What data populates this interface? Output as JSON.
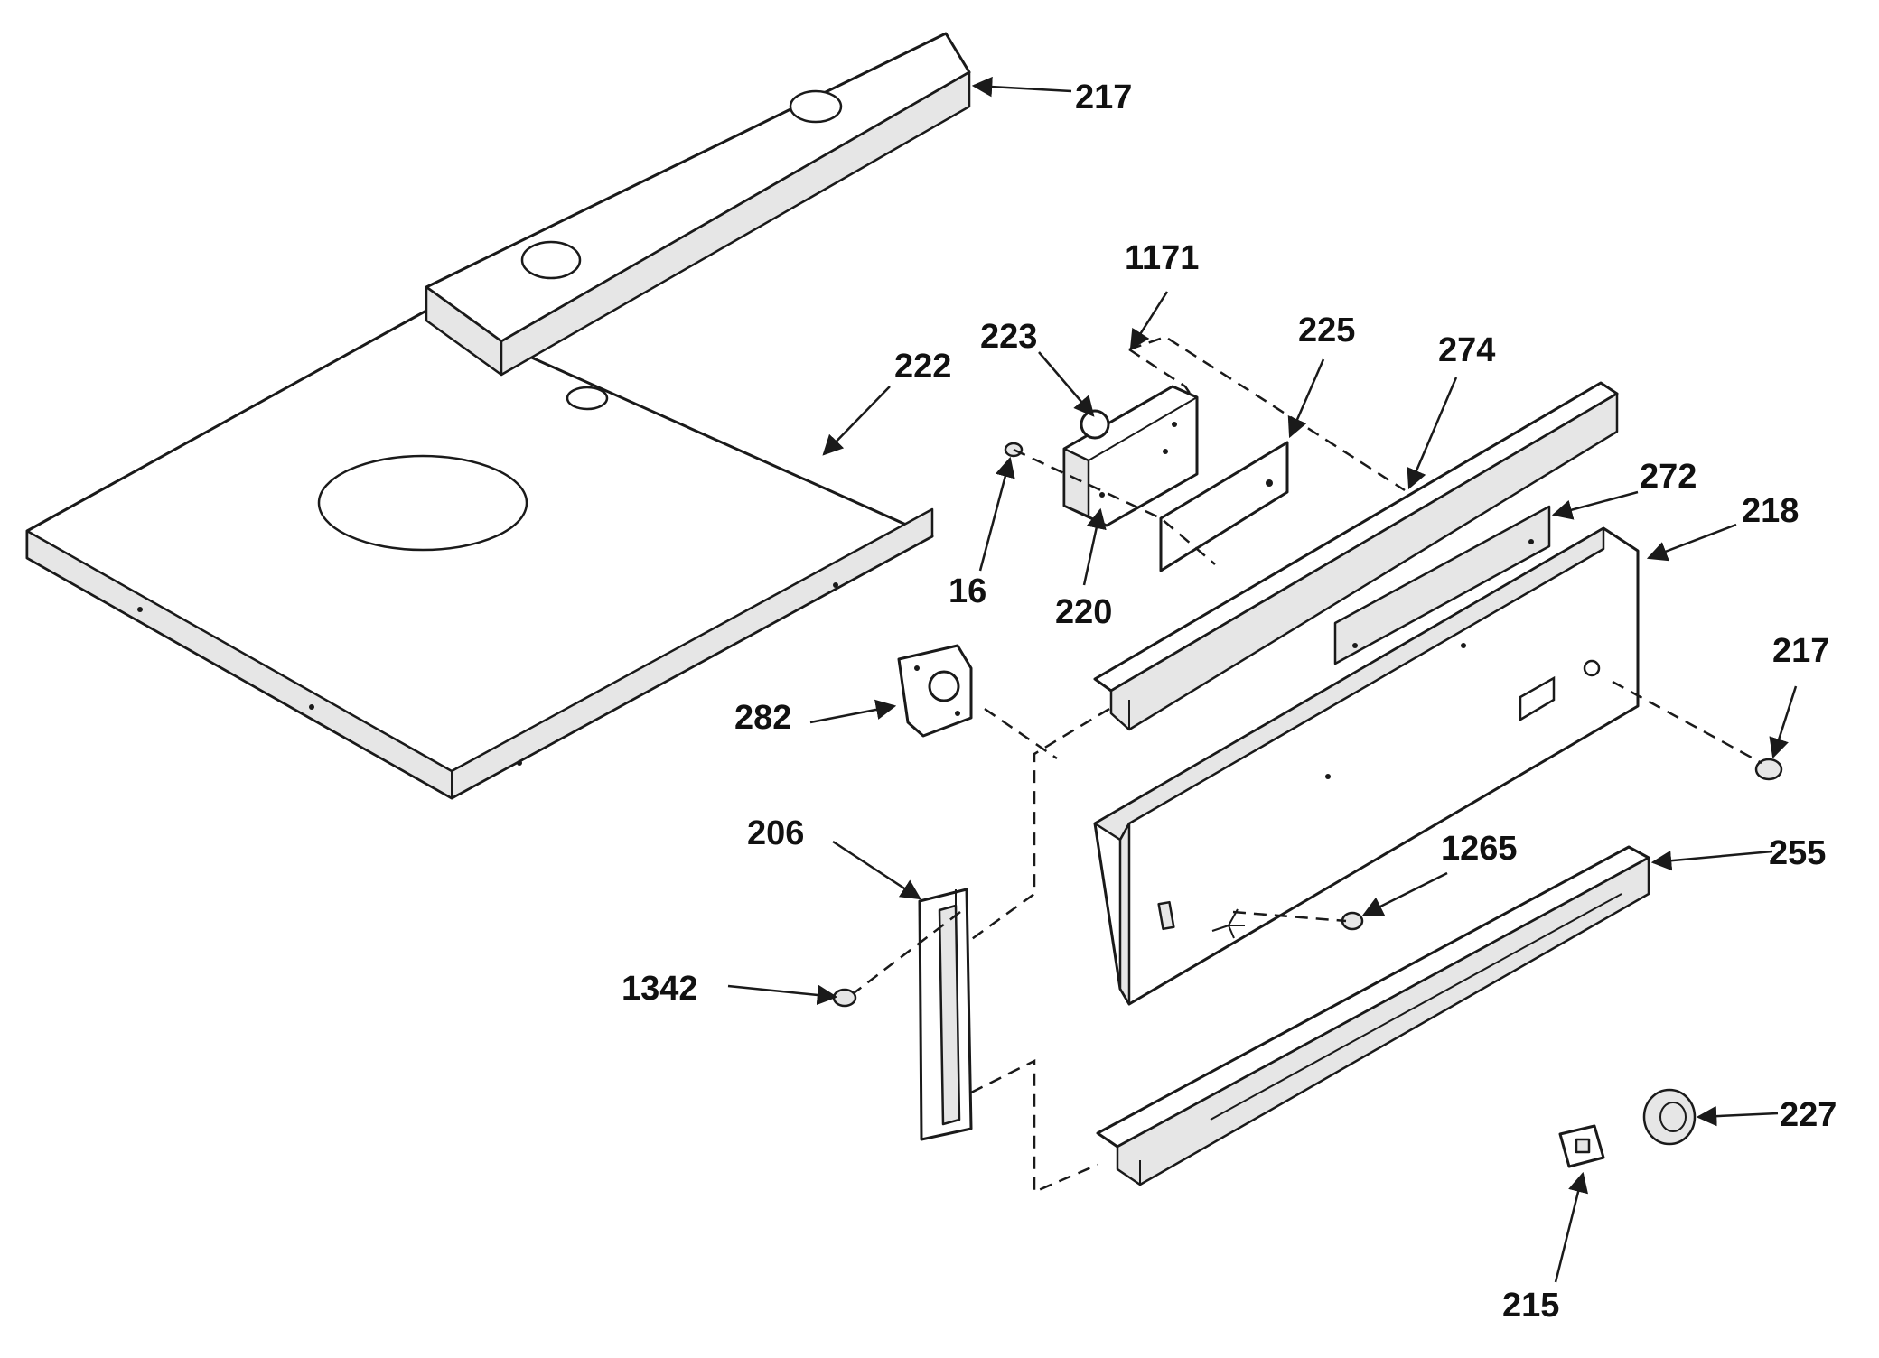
{
  "labels": {
    "p217_top": "217",
    "p222": "222",
    "p1171": "1171",
    "p223": "223",
    "p225": "225",
    "p274": "274",
    "p272": "272",
    "p218": "218",
    "p16": "16",
    "p220": "220",
    "p217_right": "217",
    "p282": "282",
    "p206": "206",
    "p1265": "1265",
    "p255": "255",
    "p1342": "1342",
    "p227": "227",
    "p215": "215"
  }
}
